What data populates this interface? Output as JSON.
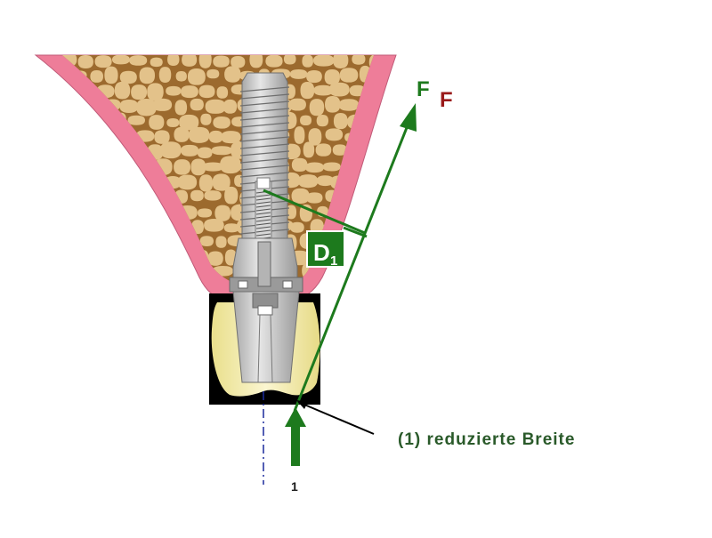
{
  "labels": {
    "force_symbol_green": "F",
    "force_symbol_red": "F",
    "distance_label_main": "D",
    "distance_label_sub": "1",
    "arrow_number": "1",
    "annotation": "(1) reduzierte Breite"
  },
  "colors": {
    "gum": "#ee7d99",
    "bone_bg": "#9c6a2e",
    "bone_cell": "#e3c28a",
    "implant": "#c4c4c4",
    "implant_dark": "#8a8a8a",
    "crown": "#f3ecb0",
    "force_green": "#1d7a1d",
    "force_red": "#9a1a1a",
    "axis_blue": "#1a2a9c",
    "annotation_green": "#2a5a2a"
  }
}
